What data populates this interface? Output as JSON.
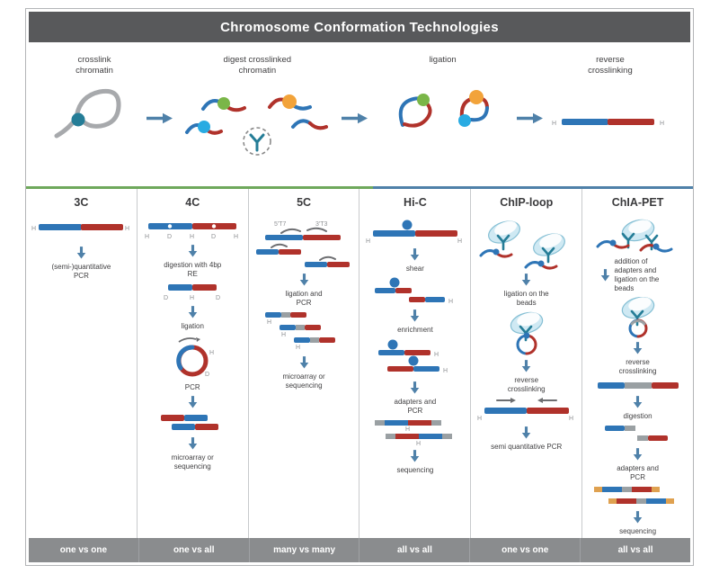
{
  "title": "Chromosome Conformation Technologies",
  "palette": {
    "blue": "#2e75b6",
    "red": "#b0322b",
    "green": "#7ab648",
    "cyan": "#29abe2",
    "orange": "#f2a33a",
    "teal": "#257d97",
    "arrow_blue": "#4f81a9",
    "header_gray": "#58595b",
    "footer_gray": "#8a8c8e",
    "adapter_gray": "#9aa0a3",
    "adapter_tan": "#dfa150",
    "divider_green": "#6fa85c"
  },
  "labels": {
    "H": "H",
    "D": "D",
    "T7": "5'T7",
    "T3": "3'T3"
  },
  "workflow": {
    "steps": [
      {
        "label": "crosslink chromatin"
      },
      {
        "label": "digest crosslinked chromatin"
      },
      {
        "label": "ligation"
      },
      {
        "label": "reverse crosslinking"
      }
    ]
  },
  "columns": [
    {
      "name": "3C",
      "footer": "one vs one",
      "steps": {
        "pcr": "(semi-)quantitative PCR"
      }
    },
    {
      "name": "4C",
      "footer": "one vs all",
      "steps": {
        "digestion": "digestion with 4bp RE",
        "ligation": "ligation",
        "pcr": "PCR",
        "readout": "microarray or sequencing"
      }
    },
    {
      "name": "5C",
      "footer": "many vs many",
      "steps": {
        "ligation_pcr": "ligation and PCR",
        "readout": "microarray or sequencing"
      }
    },
    {
      "name": "Hi-C",
      "footer": "all vs all",
      "steps": {
        "shear": "shear",
        "enrichment": "enrichment",
        "adapters": "adapters and PCR",
        "readout": "sequencing"
      }
    },
    {
      "name": "ChIP-loop",
      "footer": "one vs one",
      "steps": {
        "ligation": "ligation on the beads",
        "reverse": "reverse crosslinking",
        "pcr": "semi quantitative PCR"
      }
    },
    {
      "name": "ChIA-PET",
      "footer": "all vs all",
      "steps": {
        "adapters_ligation": "addition of adapters and ligation on the beads",
        "reverse": "reverse crosslinking",
        "digestion": "digestion",
        "adapters": "adapters and PCR",
        "readout": "sequencing"
      }
    }
  ]
}
